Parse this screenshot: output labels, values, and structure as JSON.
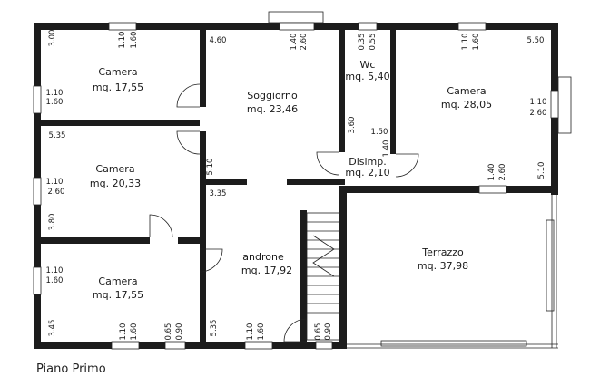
{
  "caption": "Piano Primo",
  "rooms": [
    {
      "name": "Camera",
      "area": "mq. 17,55"
    },
    {
      "name": "Soggiorno",
      "area": "mq. 23,46"
    },
    {
      "name": "Wc",
      "area": "mq. 5,40"
    },
    {
      "name": "Camera",
      "area": "mq. 28,05"
    },
    {
      "name": "Camera",
      "area": "mq. 20,33"
    },
    {
      "name": "Disimp.",
      "area": "mq. 2,10"
    },
    {
      "name": "androne",
      "area": "mq. 17,92"
    },
    {
      "name": "Terrazzo",
      "area": "mq. 37,98"
    },
    {
      "name": "Camera",
      "area": "mq. 17,55"
    }
  ],
  "dims": [
    "3.00",
    "1.10",
    "1.60",
    "4.60",
    "1.40",
    "2.60",
    "0.35",
    "0.55",
    "1.10",
    "1.60",
    "5.50",
    "1.10",
    "1.60",
    "1.10",
    "2.60",
    "5.35",
    "3.60",
    "1.50",
    "1.40",
    "1.10",
    "2.60",
    "5.10",
    "1.40",
    "2.60",
    "5.10",
    "3.80",
    "3.35",
    "1.10",
    "1.60",
    "3.45",
    "1.10",
    "1.60",
    "0.65",
    "0.90",
    "5.35",
    "1.10",
    "1.60",
    "0.65",
    "0.90"
  ]
}
